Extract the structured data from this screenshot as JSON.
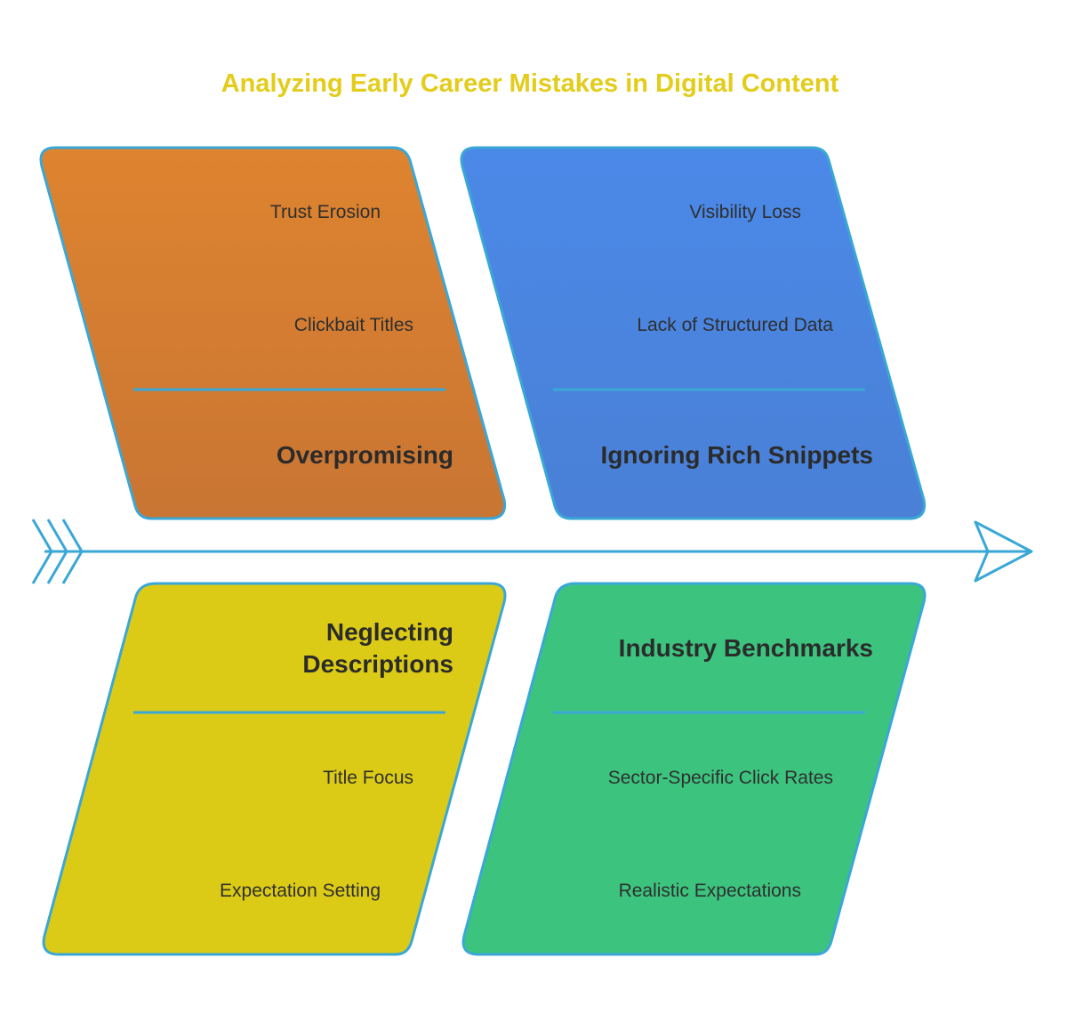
{
  "title": "Analyzing Early Career Mistakes in Digital Content",
  "colors": {
    "title": "#e3cc1a",
    "spine": "#3aa7d6",
    "orange": "#db8230",
    "blue": "#4b87e4",
    "yellow": "#dccb16",
    "green": "#3cc47f"
  },
  "categories": [
    {
      "label": "Overpromising",
      "items": [
        "Trust Erosion",
        "Clickbait Titles"
      ]
    },
    {
      "label": "Ignoring Rich Snippets",
      "items": [
        "Visibility Loss",
        "Lack of Structured Data"
      ]
    },
    {
      "label_lines": [
        "Neglecting",
        "Descriptions"
      ],
      "items": [
        "Title Focus",
        "Expectation Setting"
      ]
    },
    {
      "label": "Industry Benchmarks",
      "items": [
        "Sector-Specific Click Rates",
        "Realistic Expectations"
      ]
    }
  ]
}
